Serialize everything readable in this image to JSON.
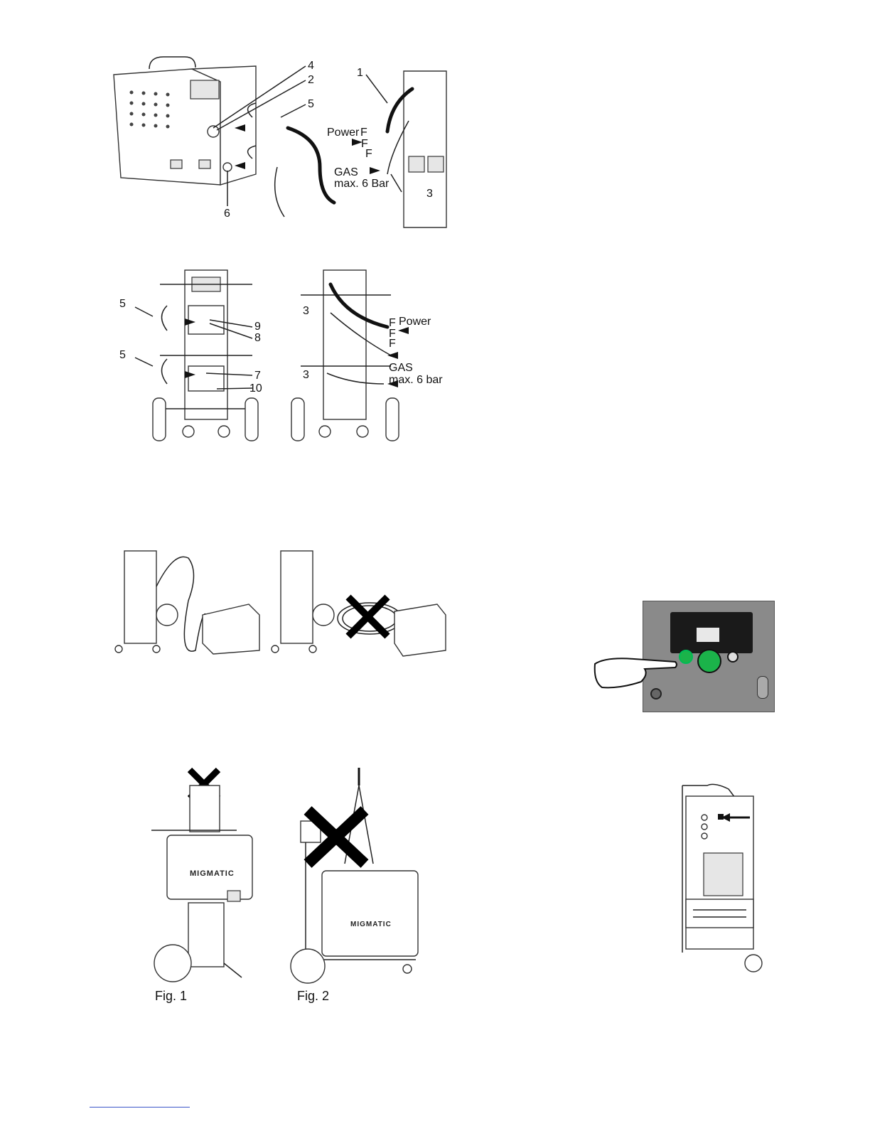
{
  "connection_figure_1": {
    "callouts": [
      "4",
      "2",
      "5",
      "6",
      "1",
      "3"
    ],
    "power_label": "Power",
    "phase_labels": [
      "F",
      "F",
      "F"
    ],
    "gas_label": "GAS",
    "gas_pressure": "max. 6 Bar"
  },
  "connection_figure_2": {
    "callouts": [
      "5",
      "5",
      "9",
      "8",
      "7",
      "10",
      "3",
      "3"
    ],
    "power_label": "Power",
    "phase_labels": [
      "F",
      "F",
      "F"
    ],
    "gas_label": "GAS",
    "gas_pressure": "max. 6 bar"
  },
  "lifting": {
    "fig1_caption": "Fig. 1",
    "fig2_caption": "Fig. 2",
    "brand_mark": "MIGMATIC"
  },
  "control_panel": {
    "accent_color": "#1bb34a",
    "panel_color": "#8a8a8a"
  },
  "footer": {
    "rule_color": "#3a55c8"
  }
}
